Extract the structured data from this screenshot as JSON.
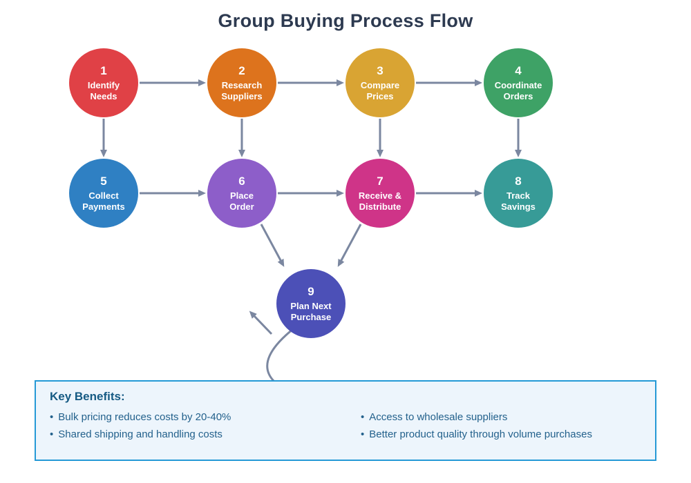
{
  "title": "Group Buying Process Flow",
  "colors": {
    "title": "#2D3A50",
    "arrow": "#7B87A0",
    "node_text": "#FFFFFF",
    "benefits_bg": "#EDF5FC",
    "benefits_border": "#2499D6",
    "benefits_title": "#155A83",
    "benefits_text": "#23618C"
  },
  "nodes": [
    {
      "number": "1",
      "label": "Identify\nNeeds",
      "color": "#E04146"
    },
    {
      "number": "2",
      "label": "Research\nSuppliers",
      "color": "#DD731D"
    },
    {
      "number": "3",
      "label": "Compare\nPrices",
      "color": "#D9A433"
    },
    {
      "number": "4",
      "label": "Coordinate\nOrders",
      "color": "#3EA266"
    },
    {
      "number": "5",
      "label": "Collect\nPayments",
      "color": "#2F80C3"
    },
    {
      "number": "6",
      "label": "Place\nOrder",
      "color": "#8D5EC9"
    },
    {
      "number": "7",
      "label": "Receive &\nDistribute",
      "color": "#CF3488"
    },
    {
      "number": "8",
      "label": "Track\nSavings",
      "color": "#379B97"
    },
    {
      "number": "9",
      "label": "Plan Next\nPurchase",
      "color": "#4C50B7"
    }
  ],
  "edges": [
    "1→2",
    "2→3",
    "3→4",
    "5→6",
    "6→7",
    "7→8",
    "1→5",
    "2→6",
    "3→7",
    "4→8",
    "6→9",
    "7→9",
    "9→loop-back"
  ],
  "benefits": {
    "title": "Key Benefits:",
    "bullet": "•",
    "items_left": [
      "Bulk pricing reduces costs by 20-40%",
      "Shared shipping and handling costs"
    ],
    "items_right": [
      "Access to wholesale suppliers",
      "Better product quality through volume purchases"
    ]
  }
}
